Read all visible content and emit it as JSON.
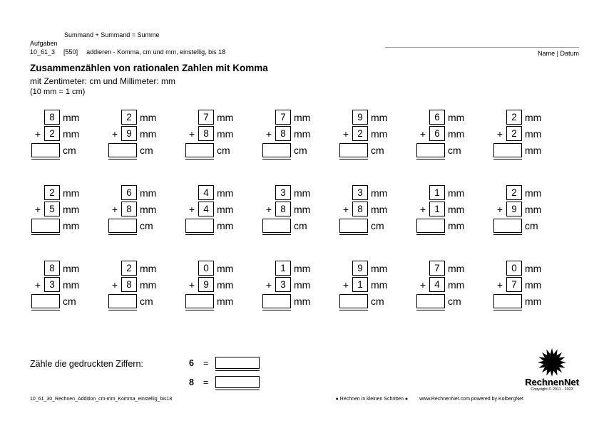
{
  "header": {
    "formula": "Summand + Summand = Summe",
    "section_label": "Aufgaben",
    "code": "10_61_3",
    "ref": "[550]",
    "description": "addieren - Komma, cm und mm, einstellig, bis 18",
    "name_date_label": "Name | Datum"
  },
  "intro": {
    "title": "Zusammenzählen von rationalen Zahlen mit Komma",
    "subtitle": "mit Zentimeter: cm und Millimeter: mm",
    "note": "(10 mm = 1 cm)"
  },
  "labels": {
    "plus": "+"
  },
  "problems": [
    [
      {
        "a": "8",
        "a_unit": "mm",
        "b": "2",
        "b_unit": "mm",
        "sum_unit": "cm"
      },
      {
        "a": "2",
        "a_unit": "mm",
        "b": "9",
        "b_unit": "mm",
        "sum_unit": "cm"
      },
      {
        "a": "7",
        "a_unit": "mm",
        "b": "8",
        "b_unit": "mm",
        "sum_unit": "cm"
      },
      {
        "a": "7",
        "a_unit": "mm",
        "b": "8",
        "b_unit": "mm",
        "sum_unit": "cm"
      },
      {
        "a": "9",
        "a_unit": "mm",
        "b": "2",
        "b_unit": "mm",
        "sum_unit": "cm"
      },
      {
        "a": "6",
        "a_unit": "mm",
        "b": "6",
        "b_unit": "mm",
        "sum_unit": "cm"
      },
      {
        "a": "2",
        "a_unit": "mm",
        "b": "2",
        "b_unit": "mm",
        "sum_unit": "mm"
      }
    ],
    [
      {
        "a": "2",
        "a_unit": "mm",
        "b": "5",
        "b_unit": "mm",
        "sum_unit": "mm"
      },
      {
        "a": "6",
        "a_unit": "mm",
        "b": "8",
        "b_unit": "mm",
        "sum_unit": "cm"
      },
      {
        "a": "4",
        "a_unit": "mm",
        "b": "4",
        "b_unit": "mm",
        "sum_unit": "mm"
      },
      {
        "a": "3",
        "a_unit": "mm",
        "b": "8",
        "b_unit": "mm",
        "sum_unit": "cm"
      },
      {
        "a": "3",
        "a_unit": "mm",
        "b": "8",
        "b_unit": "mm",
        "sum_unit": "cm"
      },
      {
        "a": "1",
        "a_unit": "mm",
        "b": "1",
        "b_unit": "mm",
        "sum_unit": "mm"
      },
      {
        "a": "2",
        "a_unit": "mm",
        "b": "9",
        "b_unit": "mm",
        "sum_unit": "cm"
      }
    ],
    [
      {
        "a": "8",
        "a_unit": "mm",
        "b": "3",
        "b_unit": "mm",
        "sum_unit": "cm"
      },
      {
        "a": "2",
        "a_unit": "mm",
        "b": "8",
        "b_unit": "mm",
        "sum_unit": "cm"
      },
      {
        "a": "0",
        "a_unit": "mm",
        "b": "9",
        "b_unit": "mm",
        "sum_unit": "mm"
      },
      {
        "a": "1",
        "a_unit": "mm",
        "b": "3",
        "b_unit": "mm",
        "sum_unit": "mm"
      },
      {
        "a": "9",
        "a_unit": "mm",
        "b": "1",
        "b_unit": "mm",
        "sum_unit": "cm"
      },
      {
        "a": "7",
        "a_unit": "mm",
        "b": "4",
        "b_unit": "mm",
        "sum_unit": "cm"
      },
      {
        "a": "0",
        "a_unit": "mm",
        "b": "7",
        "b_unit": "mm",
        "sum_unit": "mm"
      }
    ]
  ],
  "count_task": {
    "label": "Zähle die gedruckten Ziffern:",
    "rows": [
      {
        "digit": "6",
        "equals": "="
      },
      {
        "digit": "8",
        "equals": "="
      }
    ]
  },
  "footer": {
    "left": "10_61_30_Rechnen_Addition_cm-mm_Komma_einstellig_bis18",
    "slogan": "● Rechnen in kleinen Schritten ●",
    "site": "www.RechnenNet.com powered by KolbergNet"
  },
  "logo": {
    "name": "RechnenNet",
    "copyright": "Copyright © 2011 - 2023"
  }
}
